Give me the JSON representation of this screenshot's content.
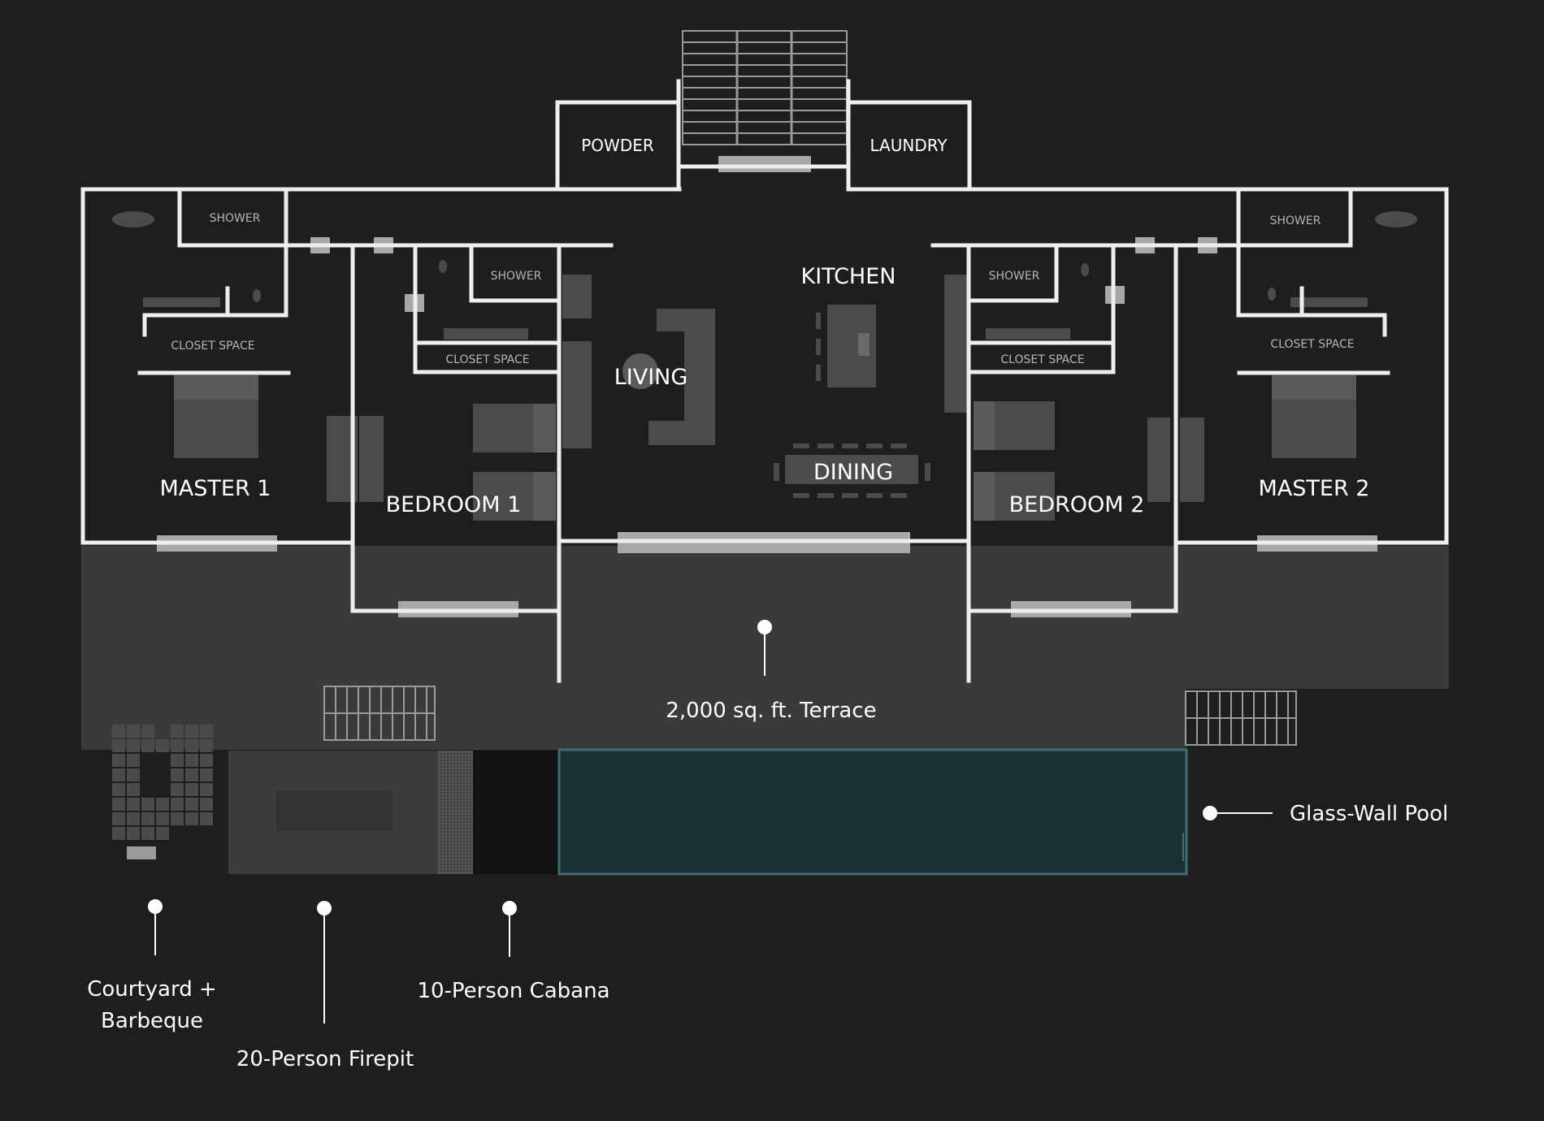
{
  "colors": {
    "background": "#1e1e1f",
    "wall": "#eeeeee",
    "terrace": "#3a3a3b",
    "pool": "#1a3134",
    "pool_edge": "#3f6e70",
    "furniture": "#4b4b4c",
    "window": "#a8a8a8",
    "cabana": "#121212"
  },
  "rooms": {
    "powder": "POWDER",
    "laundry": "LAUNDRY",
    "kitchen": "KITCHEN",
    "living": "LIVING",
    "dining": "DINING",
    "master1": "MASTER 1",
    "master2": "MASTER 2",
    "bedroom1": "BEDROOM 1",
    "bedroom2": "BEDROOM 2"
  },
  "fixtures": {
    "shower": "SHOWER",
    "closet": "CLOSET SPACE"
  },
  "callouts": {
    "terrace": "2,000 sq. ft. Terrace",
    "pool": "Glass-Wall Pool",
    "courtyard_line1": "Courtyard +",
    "courtyard_line2": "Barbeque",
    "firepit": "20-Person Firepit",
    "cabana": "10-Person Cabana"
  }
}
